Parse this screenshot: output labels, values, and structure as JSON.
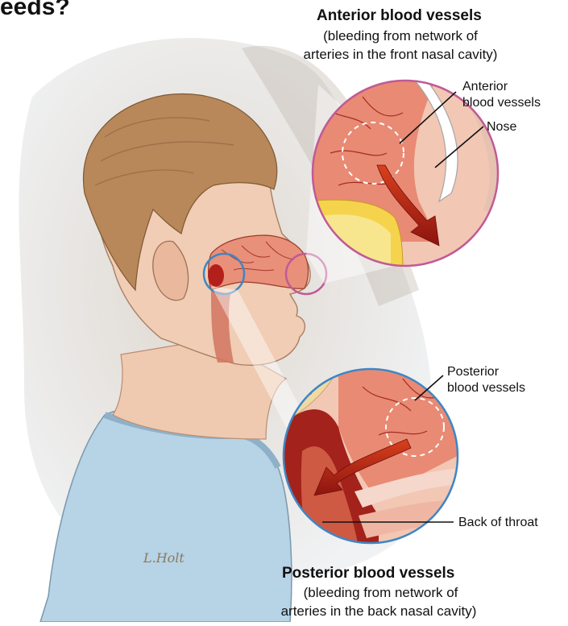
{
  "partial_title": "eeds?",
  "anterior": {
    "title": "Anterior blood vessels",
    "desc_line1": "(bleeding from network of",
    "desc_line2": "arteries in the front nasal cavity)"
  },
  "posterior": {
    "title": "Posterior blood vessels",
    "desc_line1": "(bleeding from network of",
    "desc_line2": "arteries in the back nasal cavity)"
  },
  "callouts": {
    "anterior_vessels_line1": "Anterior",
    "anterior_vessels_line2": "blood vessels",
    "nose": "Nose",
    "posterior_vessels_line1": "Posterior",
    "posterior_vessels_line2": "blood vessels",
    "back_of_throat": "Back of throat"
  },
  "signature": "L.Holt",
  "colors": {
    "blood": "#b3201c",
    "tissue": "#e8907a",
    "skin": "#f0cdb4",
    "hair": "#b8875a",
    "shirt": "#b7d3e6",
    "anterior_ring": "#c05a95",
    "posterior_ring": "#3f86c4"
  }
}
